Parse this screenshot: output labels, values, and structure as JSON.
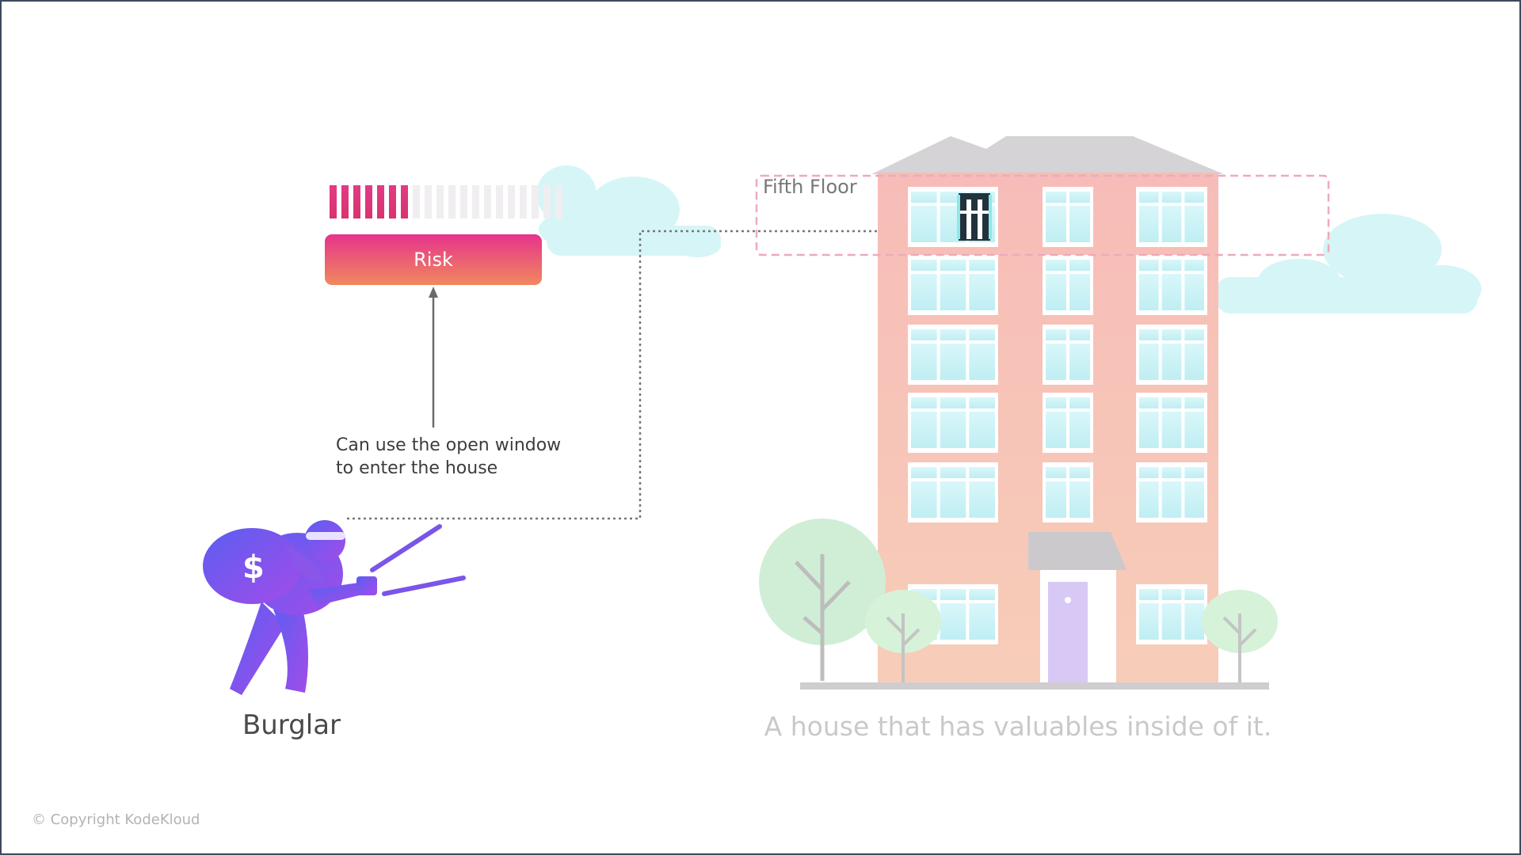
{
  "risk": {
    "label": "Risk",
    "level": 0.35
  },
  "house": {
    "floor_label": "Fifth Floor",
    "caption": "A house that has valuables inside of it."
  },
  "note": {
    "line1": "Can use the open window",
    "line2": "to enter the house"
  },
  "burglar": {
    "label": "Burglar",
    "bag_symbol": "$"
  },
  "footer": {
    "copyright": "© Copyright KodeKloud"
  },
  "colors": {
    "risk_gradient_top": "#e6338c",
    "risk_gradient_bottom": "#f08a5d",
    "burglar_purple": "#6a4cf0",
    "building": "#f5b4ae",
    "window": "#cdf3f7",
    "cloud": "#d4f5f7",
    "tree": "#cfeed4",
    "dashed_box": "#eeaabb"
  },
  "icons": [
    "burglar-icon",
    "money-bag-icon",
    "crowbar-icon",
    "building-icon",
    "tree-icon",
    "cloud-icon",
    "open-window-icon"
  ]
}
